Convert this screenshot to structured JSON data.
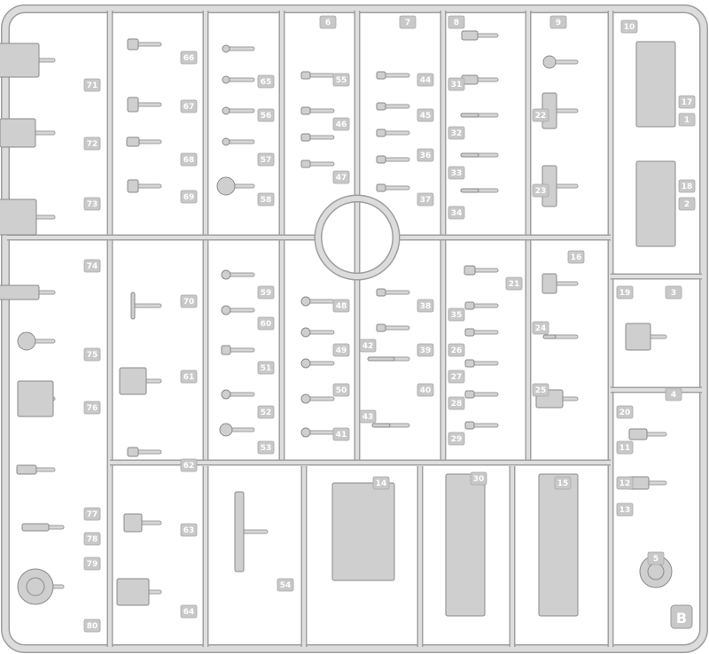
{
  "sprue": {
    "letter": "B",
    "colors": {
      "background": "#ffffff",
      "runner": "#d6d6d6",
      "runner_edge": "#9e9e9e",
      "part": "#cfcfcf",
      "part_edge": "#8a8a8a",
      "tag": "#c8c8c8"
    },
    "part_numbers": [
      "71",
      "72",
      "73",
      "74",
      "75",
      "76",
      "77",
      "78",
      "79",
      "80",
      "66",
      "67",
      "68",
      "69",
      "70",
      "61",
      "62",
      "63",
      "64",
      "65",
      "56",
      "57",
      "58",
      "59",
      "60",
      "51",
      "52",
      "53",
      "54",
      "55",
      "46",
      "47",
      "48",
      "49",
      "50",
      "41",
      "42",
      "43",
      "44",
      "45",
      "36",
      "37",
      "38",
      "39",
      "40",
      "31",
      "32",
      "33",
      "34",
      "35",
      "26",
      "27",
      "28",
      "29",
      "30",
      "21",
      "22",
      "23",
      "24",
      "25",
      "16",
      "17",
      "18",
      "19",
      "20",
      "11",
      "12",
      "13",
      "14",
      "15",
      "6",
      "7",
      "8",
      "9",
      "10",
      "1",
      "2",
      "3",
      "4",
      "5"
    ]
  }
}
